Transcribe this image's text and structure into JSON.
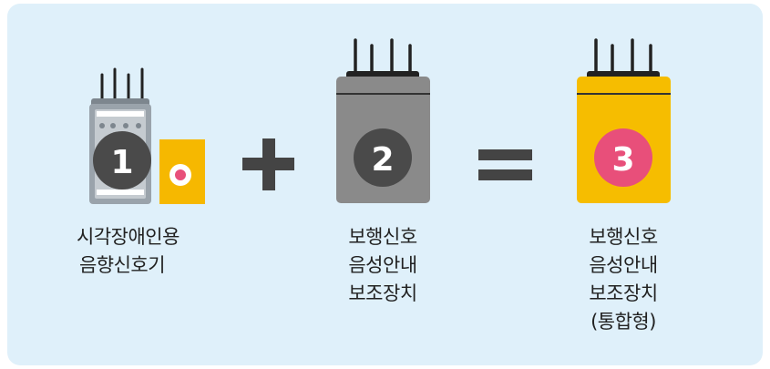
{
  "items": [
    {
      "number": "1",
      "caption_lines": [
        "시각장애인용",
        "음향신호기"
      ],
      "body_color": "#9aa3ab",
      "badge_color": "#4a4a4a",
      "accessory_color": "#f6b800",
      "accessory_dot_color": "#e8507a"
    },
    {
      "number": "2",
      "caption_lines": [
        "보행신호",
        "음성안내",
        "보조장치"
      ],
      "body_color": "#8a8a8a",
      "badge_color": "#4a4a4a"
    },
    {
      "number": "3",
      "caption_lines": [
        "보행신호",
        "음성안내",
        "보조장치",
        "(통합형)"
      ],
      "body_color": "#f6bd00",
      "badge_color": "#e84f7a"
    }
  ],
  "operators": [
    {
      "name": "plus",
      "color": "#444444"
    },
    {
      "name": "equals",
      "color": "#444444"
    }
  ],
  "background_color": "#dff0fa"
}
